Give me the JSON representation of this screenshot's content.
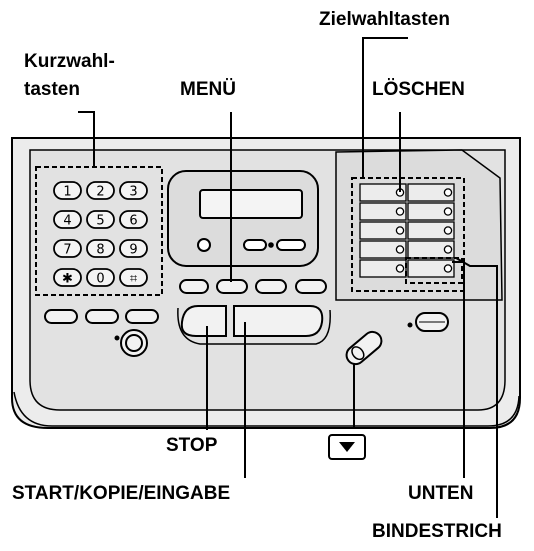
{
  "labels": {
    "kurzwahl_line1": "Kurzwahl-",
    "kurzwahl_line2": "tasten",
    "menu": "MENÜ",
    "zielwahl": "Zielwahltasten",
    "loeschen": "LÖSCHEN",
    "stop": "STOP",
    "start": "START/KOPIE/EINGABE",
    "unten": "UNTEN",
    "bindestrich": "BINDESTRICH"
  },
  "keypad": {
    "keys": [
      "1",
      "2",
      "3",
      "4",
      "5",
      "6",
      "7",
      "8",
      "9",
      "✱",
      "0",
      "⌗"
    ]
  },
  "icons": {
    "down_arrow": "down-triangle-icon"
  },
  "colors": {
    "device_fill": "#e6e6e6",
    "panel_fill": "#d4d4d4",
    "line": "#000000"
  }
}
